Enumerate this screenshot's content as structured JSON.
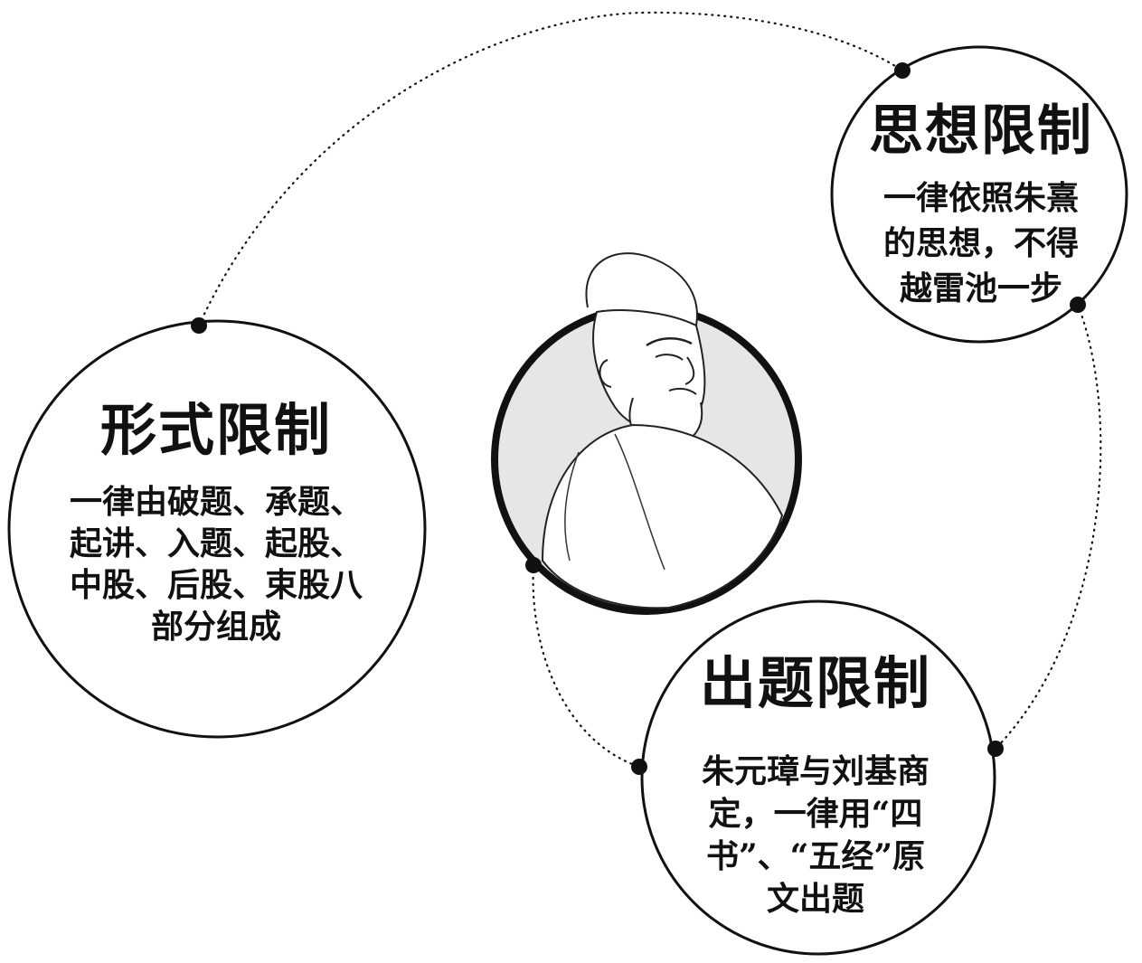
{
  "center": {
    "portrait_icon": "emperor-portrait-icon"
  },
  "form": {
    "title": "形式限制",
    "lines": [
      "一律由破题、承题、",
      "起讲、入题、起股、",
      "中股、后股、束股八",
      "部分组成"
    ]
  },
  "idea": {
    "title": "思想限制",
    "lines": [
      "一律依照朱熹",
      "的思想，不得",
      "越雷池一步"
    ]
  },
  "topic": {
    "title": "出题限制",
    "lines": [
      "朱元璋与刘基商",
      "定，一律用“四",
      "书”、“五经”原",
      "文出题"
    ]
  },
  "colors": {
    "ink": "#111111",
    "portrait_bg": "#e6e6e6"
  }
}
